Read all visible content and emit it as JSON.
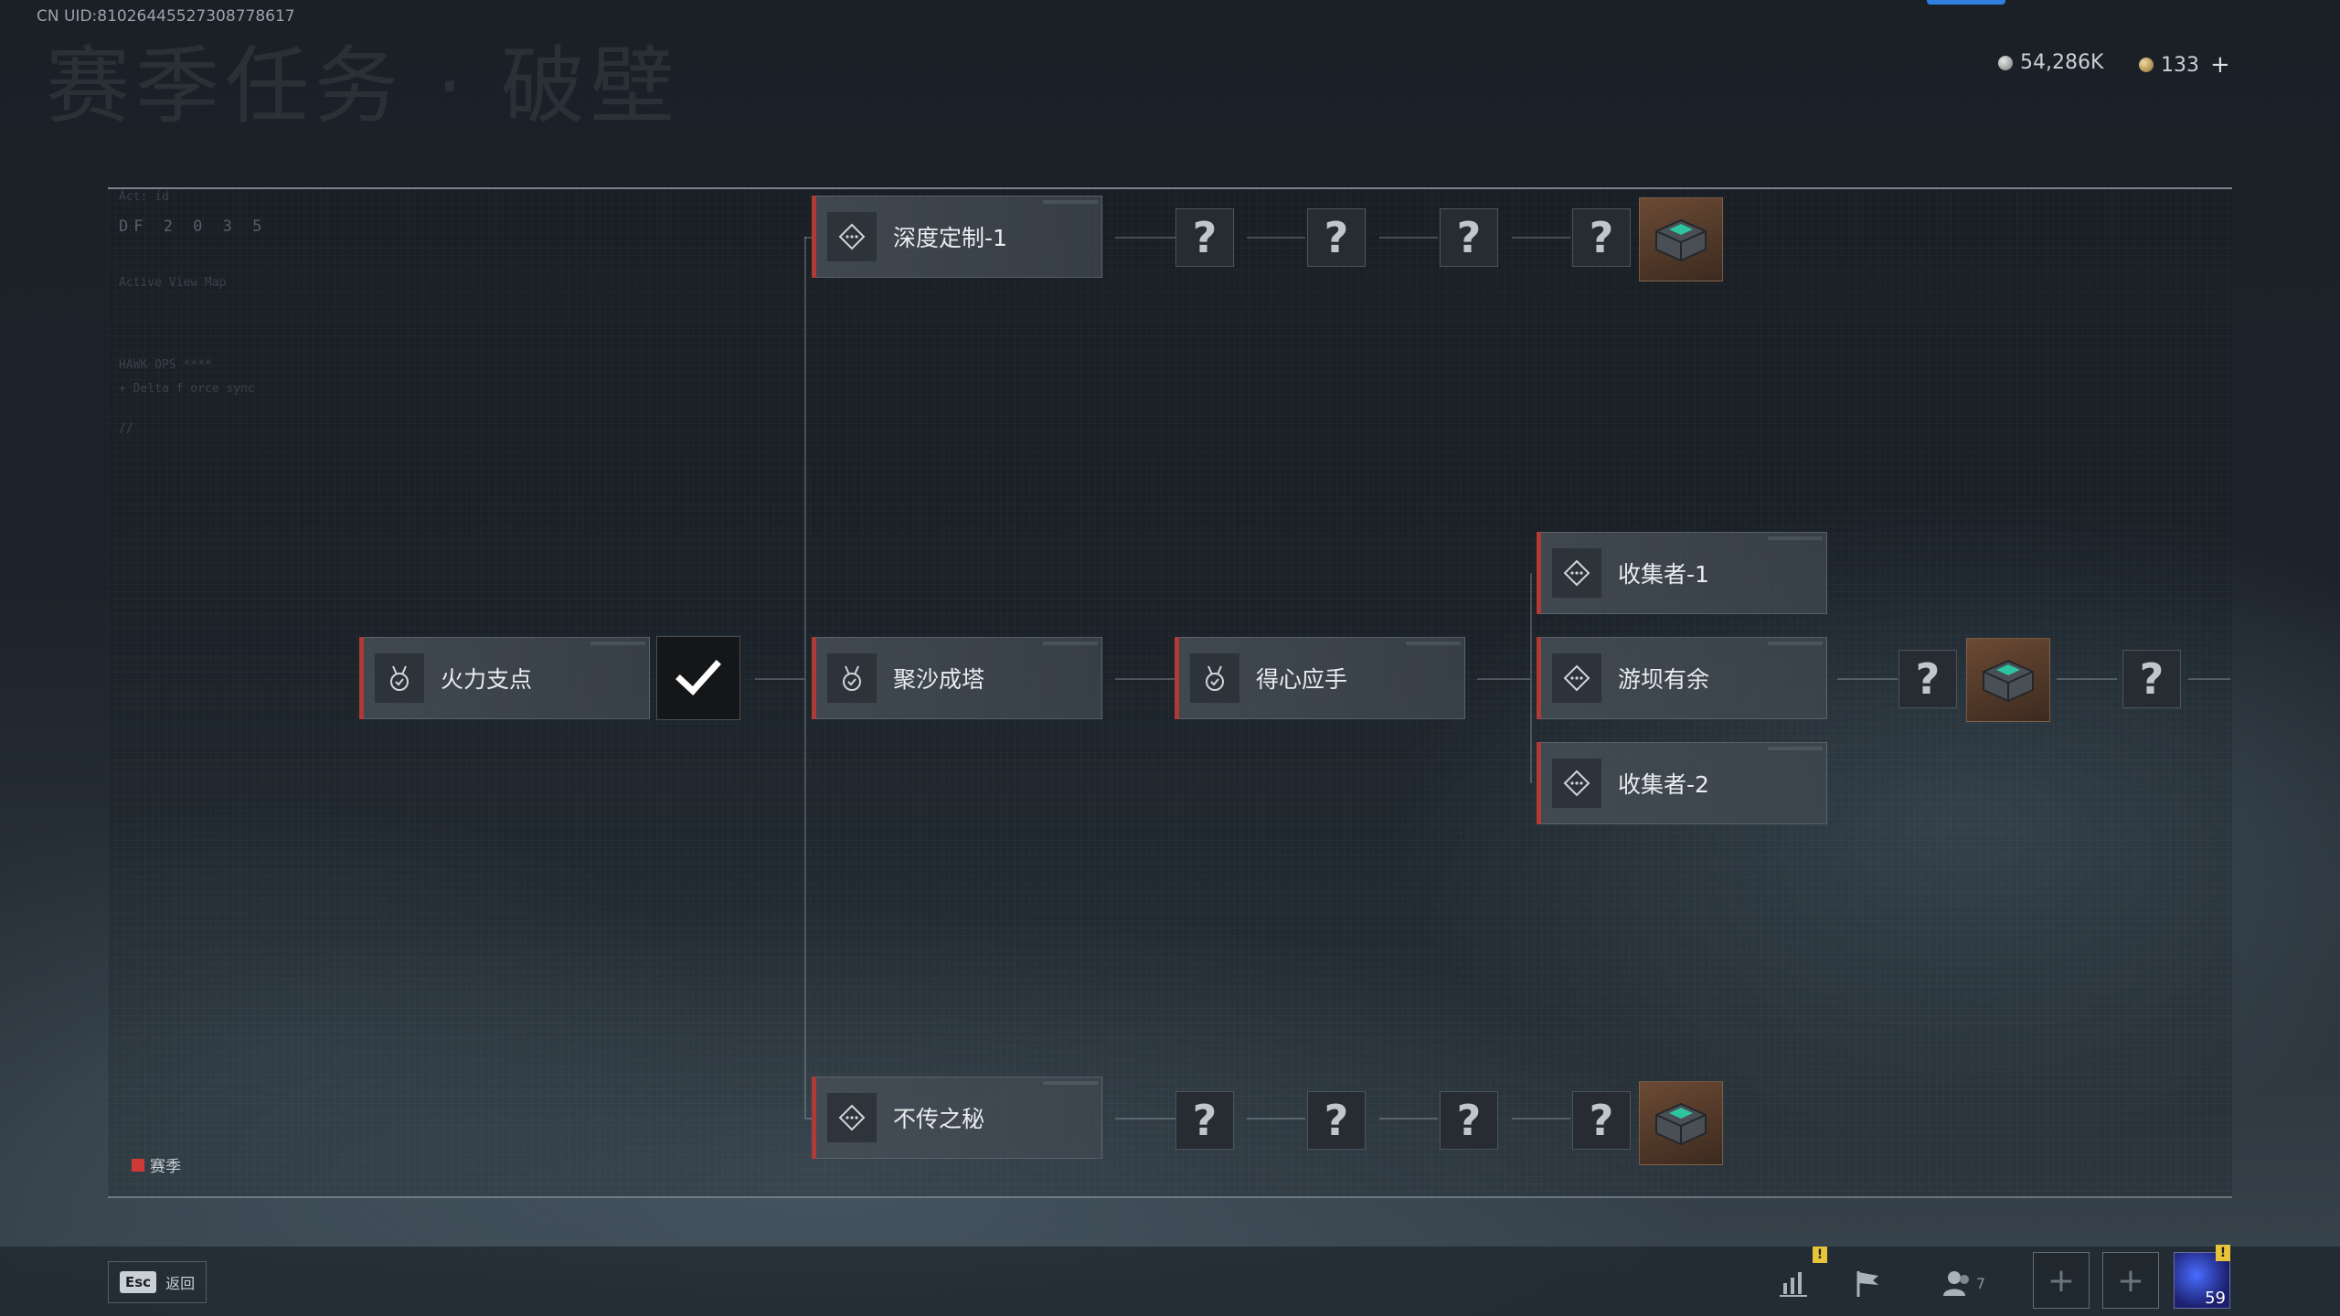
{
  "uid": "CN UID:81026445527308778617",
  "page_title": "赛季任务 · 破壁",
  "currencies": [
    {
      "icon": "silver-coin-icon",
      "value": "54,286K"
    },
    {
      "icon": "gold-coin-icon",
      "value": "133"
    }
  ],
  "currency_add": "+",
  "deco": {
    "df": "DF 2 0 3 5",
    "active_view": "Active View Map",
    "hawk": "HAWK OPS ****",
    "delta": "+ Delta f orce sync",
    "slashes": "//",
    "act": "Act: id"
  },
  "quests": {
    "top": "深度定制-1",
    "start": "火力支点",
    "mid1": "聚沙成塔",
    "mid2": "得心应手",
    "branch1": "收集者-1",
    "branch2": "游坝有余",
    "branch3": "收集者-2",
    "bottom": "不传之秘"
  },
  "unknown_mark": "?",
  "legend": {
    "label": "赛季",
    "color": "#d03a36"
  },
  "accent_red": "#b03a36",
  "bottom": {
    "esc_key": "Esc",
    "esc_label": "返回",
    "warn_mark": "!",
    "team_count": "7",
    "slot_plus": "+",
    "level": "59"
  }
}
